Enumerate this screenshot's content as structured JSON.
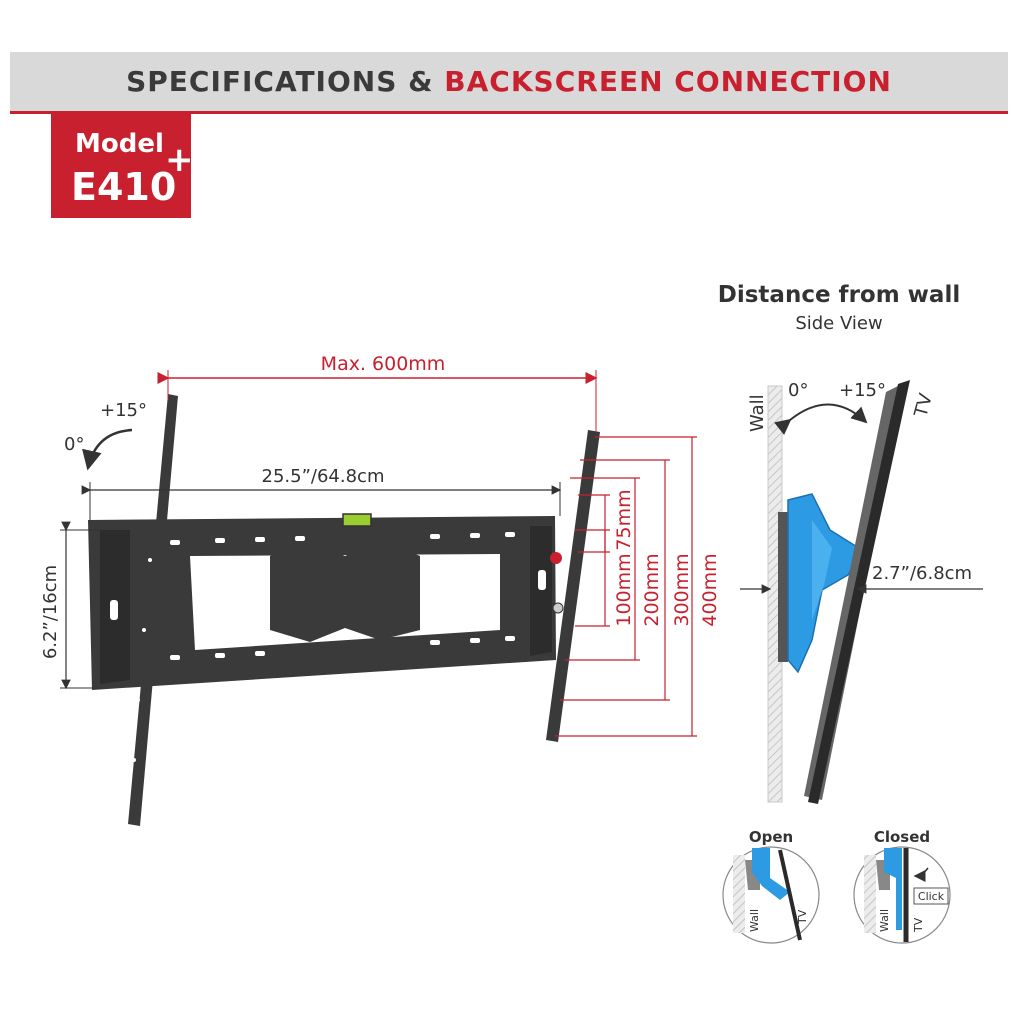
{
  "header": {
    "title_prefix": "SPECIFICATIONS & ",
    "title_accent": "BACKSCREEN CONNECTION"
  },
  "model": {
    "label": "Model",
    "code": "E410",
    "plus": "+"
  },
  "front": {
    "max_width": "Max. 600mm",
    "width": "25.5”/64.8cm",
    "height": "6.2”/16cm",
    "tilt_plus": "+15°",
    "tilt_zero": "0°",
    "vesa": [
      "75mm",
      "100mm",
      "200mm",
      "300mm",
      "400mm"
    ]
  },
  "side": {
    "heading": "Distance from wall",
    "subheading": "Side View",
    "wall_label": "Wall",
    "tv_label": "TV",
    "angle_zero": "0°",
    "angle_plus": "+15°",
    "depth": "2.7”/6.8cm"
  },
  "insets": {
    "open": {
      "title": "Open",
      "wall": "Wall",
      "tv": "TV"
    },
    "closed": {
      "title": "Closed",
      "wall": "Wall",
      "tv": "TV",
      "click": "Click"
    }
  },
  "colors": {
    "accent": "#c8202e",
    "bracket": "#3a3a3a",
    "blue_part": "#2d9be3",
    "banner_bg": "#d9d9d9"
  }
}
